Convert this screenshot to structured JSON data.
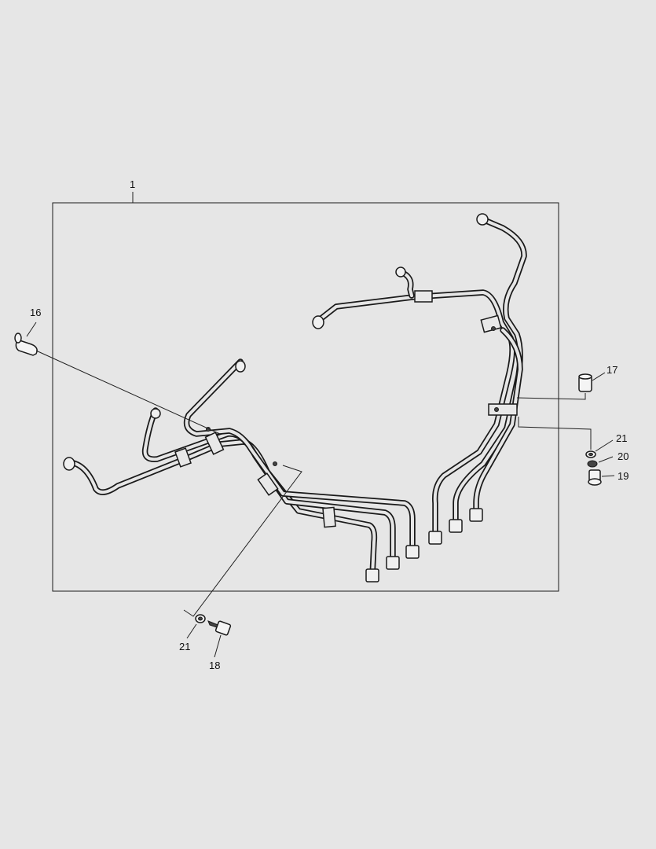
{
  "callouts": {
    "c1": "1",
    "c16": "16",
    "c17": "17",
    "c21a": "21",
    "c20": "20",
    "c19": "19",
    "c21b": "21",
    "c18": "18"
  },
  "colors": {
    "background": "#e6e6e6",
    "line": "#1a1a1a"
  }
}
